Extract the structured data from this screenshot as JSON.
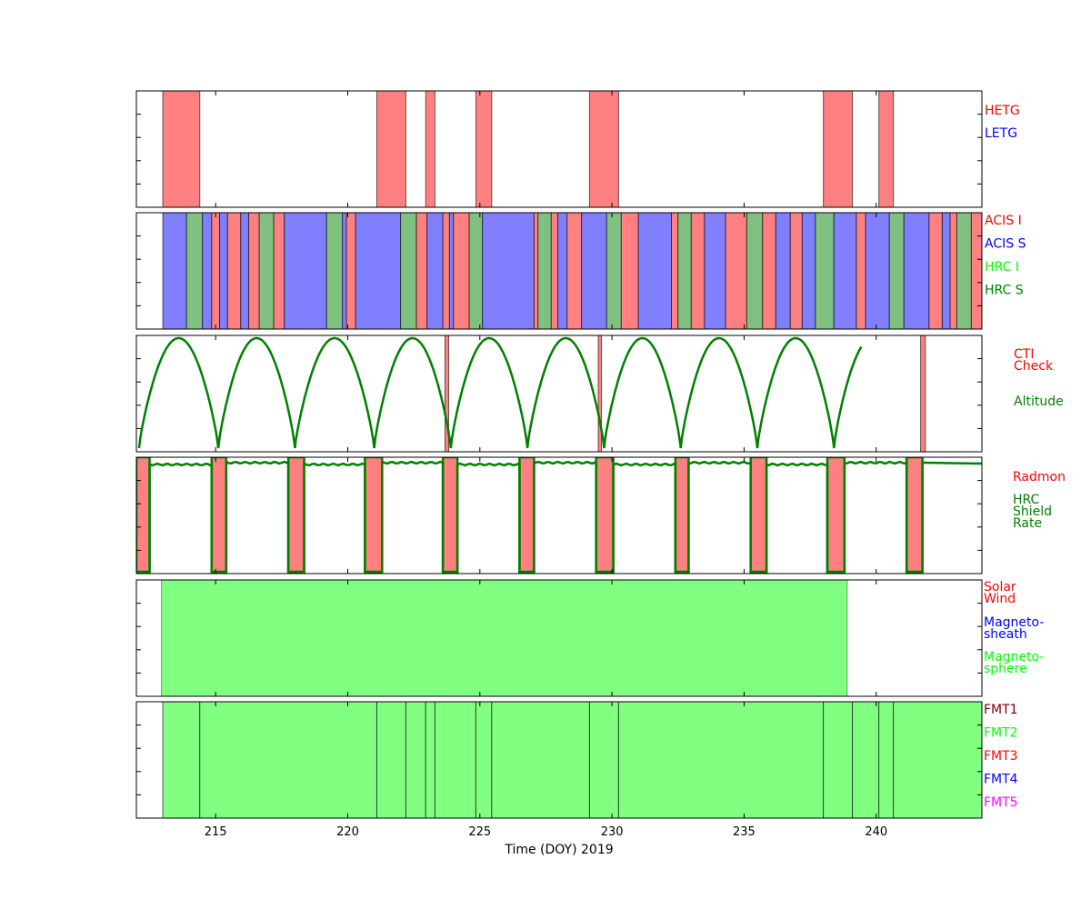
{
  "chart_data": {
    "type": "timeline",
    "xlabel": "Time (DOY) 2019",
    "xlim": [
      212,
      244
    ],
    "xticks": [
      215,
      220,
      225,
      230,
      235,
      240
    ],
    "panels": [
      {
        "name": "gratings",
        "legend": [
          {
            "text": "HETG",
            "color": "#ff0000"
          },
          {
            "text": "LETG",
            "color": "#0000ff"
          }
        ],
        "blocks": [
          {
            "series": "HETG",
            "start": 213.0,
            "end": 214.4
          },
          {
            "series": "HETG",
            "start": 221.1,
            "end": 222.2
          },
          {
            "series": "HETG",
            "start": 222.95,
            "end": 223.3
          },
          {
            "series": "HETG",
            "start": 224.85,
            "end": 225.45
          },
          {
            "series": "HETG",
            "start": 229.15,
            "end": 230.25
          },
          {
            "series": "HETG",
            "start": 238.0,
            "end": 239.1
          },
          {
            "series": "HETG",
            "start": 240.1,
            "end": 240.65
          }
        ]
      },
      {
        "name": "instruments",
        "legend": [
          {
            "text": "ACIS I",
            "color": "#ff0000"
          },
          {
            "text": "ACIS S",
            "color": "#0000ff"
          },
          {
            "text": "HRC I",
            "color": "#00ff00"
          },
          {
            "text": "HRC S",
            "color": "#008000"
          }
        ],
        "blocks": [
          {
            "series": "ACIS S",
            "start": 213.0,
            "end": 213.9
          },
          {
            "series": "HRC S",
            "start": 213.9,
            "end": 214.5
          },
          {
            "series": "ACIS S",
            "start": 214.5,
            "end": 214.85
          },
          {
            "series": "ACIS I",
            "start": 214.85,
            "end": 215.15
          },
          {
            "series": "ACIS S",
            "start": 215.15,
            "end": 215.45
          },
          {
            "series": "ACIS I",
            "start": 215.45,
            "end": 215.95
          },
          {
            "series": "ACIS S",
            "start": 215.95,
            "end": 216.25
          },
          {
            "series": "ACIS I",
            "start": 216.25,
            "end": 216.65
          },
          {
            "series": "HRC S",
            "start": 216.65,
            "end": 217.2
          },
          {
            "series": "ACIS I",
            "start": 217.2,
            "end": 217.6
          },
          {
            "series": "ACIS S",
            "start": 217.6,
            "end": 219.2
          },
          {
            "series": "HRC S",
            "start": 219.2,
            "end": 219.8
          },
          {
            "series": "ACIS S",
            "start": 219.8,
            "end": 219.95
          },
          {
            "series": "ACIS I",
            "start": 219.95,
            "end": 220.3
          },
          {
            "series": "ACIS S",
            "start": 220.3,
            "end": 222.0
          },
          {
            "series": "HRC S",
            "start": 222.0,
            "end": 222.6
          },
          {
            "series": "ACIS I",
            "start": 222.6,
            "end": 223.0
          },
          {
            "series": "ACIS S",
            "start": 223.0,
            "end": 223.6
          },
          {
            "series": "ACIS I",
            "start": 223.6,
            "end": 223.85
          },
          {
            "series": "ACIS S",
            "start": 223.85,
            "end": 224.0
          },
          {
            "series": "ACIS I",
            "start": 224.0,
            "end": 224.6
          },
          {
            "series": "HRC S",
            "start": 224.6,
            "end": 225.1
          },
          {
            "series": "ACIS S",
            "start": 225.1,
            "end": 227.05
          },
          {
            "series": "ACIS I",
            "start": 227.05,
            "end": 227.2
          },
          {
            "series": "HRC S",
            "start": 227.2,
            "end": 227.7
          },
          {
            "series": "ACIS I",
            "start": 227.7,
            "end": 227.95
          },
          {
            "series": "ACIS S",
            "start": 227.95,
            "end": 228.3
          },
          {
            "series": "ACIS I",
            "start": 228.3,
            "end": 228.85
          },
          {
            "series": "ACIS S",
            "start": 228.85,
            "end": 229.8
          },
          {
            "series": "HRC S",
            "start": 229.8,
            "end": 230.35
          },
          {
            "series": "ACIS I",
            "start": 230.35,
            "end": 231.0
          },
          {
            "series": "ACIS S",
            "start": 231.0,
            "end": 232.25
          },
          {
            "series": "ACIS I",
            "start": 232.25,
            "end": 232.5
          },
          {
            "series": "HRC S",
            "start": 232.5,
            "end": 233.0
          },
          {
            "series": "ACIS I",
            "start": 233.0,
            "end": 233.5
          },
          {
            "series": "ACIS S",
            "start": 233.5,
            "end": 234.3
          },
          {
            "series": "ACIS I",
            "start": 234.3,
            "end": 235.1
          },
          {
            "series": "HRC S",
            "start": 235.1,
            "end": 235.7
          },
          {
            "series": "ACIS I",
            "start": 235.7,
            "end": 236.2
          },
          {
            "series": "ACIS S",
            "start": 236.2,
            "end": 236.75
          },
          {
            "series": "ACIS I",
            "start": 236.75,
            "end": 237.2
          },
          {
            "series": "ACIS S",
            "start": 237.2,
            "end": 237.7
          },
          {
            "series": "HRC S",
            "start": 237.7,
            "end": 238.4
          },
          {
            "series": "ACIS S",
            "start": 238.4,
            "end": 239.25
          },
          {
            "series": "ACIS I",
            "start": 239.25,
            "end": 239.6
          },
          {
            "series": "ACIS S",
            "start": 239.6,
            "end": 240.5
          },
          {
            "series": "HRC S",
            "start": 240.5,
            "end": 241.05
          },
          {
            "series": "ACIS S",
            "start": 241.05,
            "end": 242.0
          },
          {
            "series": "ACIS I",
            "start": 242.0,
            "end": 242.5
          },
          {
            "series": "ACIS S",
            "start": 242.5,
            "end": 242.8
          },
          {
            "series": "ACIS I",
            "start": 242.8,
            "end": 243.05
          },
          {
            "series": "HRC S",
            "start": 243.05,
            "end": 243.6
          },
          {
            "series": "ACIS I",
            "start": 243.6,
            "end": 244.0
          }
        ]
      },
      {
        "name": "altitude",
        "legend": [
          {
            "text": "CTI",
            "color": "#ff0000"
          },
          {
            "text": "Check",
            "color": "#ff0000"
          },
          {
            "text": "Altitude",
            "color": "#008000"
          }
        ],
        "blocks": [
          {
            "series": "CTI Check",
            "start": 223.68,
            "end": 223.82
          },
          {
            "series": "CTI Check",
            "start": 229.48,
            "end": 229.6
          },
          {
            "series": "CTI Check",
            "start": 241.68,
            "end": 241.86
          }
        ],
        "altitude_perigees": [
          212.1,
          215.1,
          218.0,
          221.0,
          223.9,
          226.8,
          229.7,
          232.6,
          235.5,
          238.4
        ],
        "altitude_end": 239.45
      },
      {
        "name": "radiation",
        "legend": [
          {
            "text": "Radmon",
            "color": "#ff0000"
          },
          {
            "text": "HRC",
            "color": "#008000"
          },
          {
            "text": "Shield",
            "color": "#008000"
          },
          {
            "text": "Rate",
            "color": "#008000"
          }
        ],
        "blocks": [
          {
            "series": "Radmon",
            "start": 212.0,
            "end": 212.5
          },
          {
            "series": "Radmon",
            "start": 214.85,
            "end": 215.4
          },
          {
            "series": "Radmon",
            "start": 217.75,
            "end": 218.35
          },
          {
            "series": "Radmon",
            "start": 220.65,
            "end": 221.3
          },
          {
            "series": "Radmon",
            "start": 223.6,
            "end": 224.15
          },
          {
            "series": "Radmon",
            "start": 226.5,
            "end": 227.05
          },
          {
            "series": "Radmon",
            "start": 229.4,
            "end": 230.05
          },
          {
            "series": "Radmon",
            "start": 232.4,
            "end": 232.9
          },
          {
            "series": "Radmon",
            "start": 235.25,
            "end": 235.85
          },
          {
            "series": "Radmon",
            "start": 238.15,
            "end": 238.8
          },
          {
            "series": "Radmon",
            "start": 241.15,
            "end": 241.75
          }
        ]
      },
      {
        "name": "regions",
        "legend": [
          {
            "text": "Solar",
            "color": "#ff0000"
          },
          {
            "text": "Wind",
            "color": "#ff0000"
          },
          {
            "text": "Magneto-",
            "color": "#0000ff"
          },
          {
            "text": "sheath",
            "color": "#0000ff"
          },
          {
            "text": "Magneto-",
            "color": "#00ff00"
          },
          {
            "text": "sphere",
            "color": "#00ff00"
          }
        ],
        "blocks": [
          {
            "series": "Magnetosphere",
            "start": 212.95,
            "end": 238.9
          }
        ]
      },
      {
        "name": "fmt",
        "legend": [
          {
            "text": "FMT1",
            "color": "#800000"
          },
          {
            "text": "FMT2",
            "color": "#00ff00"
          },
          {
            "text": "FMT3",
            "color": "#ff0000"
          },
          {
            "text": "FMT4",
            "color": "#0000ff"
          },
          {
            "text": "FMT5",
            "color": "#ff00ff"
          }
        ],
        "blocks": [
          {
            "series": "FMT2",
            "start": 213.0,
            "end": 214.4
          },
          {
            "series": "FMT2",
            "start": 214.4,
            "end": 221.1
          },
          {
            "series": "FMT2",
            "start": 221.1,
            "end": 222.2
          },
          {
            "series": "FMT2",
            "start": 222.2,
            "end": 222.95
          },
          {
            "series": "FMT2",
            "start": 222.95,
            "end": 223.3
          },
          {
            "series": "FMT2",
            "start": 223.3,
            "end": 224.85
          },
          {
            "series": "FMT2",
            "start": 224.85,
            "end": 225.45
          },
          {
            "series": "FMT2",
            "start": 225.45,
            "end": 229.15
          },
          {
            "series": "FMT2",
            "start": 229.15,
            "end": 230.25
          },
          {
            "series": "FMT2",
            "start": 230.25,
            "end": 238.0
          },
          {
            "series": "FMT2",
            "start": 238.0,
            "end": 239.1
          },
          {
            "series": "FMT2",
            "start": 239.1,
            "end": 240.1
          },
          {
            "series": "FMT2",
            "start": 240.1,
            "end": 240.65
          },
          {
            "series": "FMT2",
            "start": 240.65,
            "end": 244.0
          }
        ]
      }
    ],
    "colors": {
      "red_fill": "#ff8080",
      "blue_fill": "#8080ff",
      "green_fill": "#80c080",
      "lime_fill": "#80ff80",
      "altitude_line": "#008000"
    }
  }
}
